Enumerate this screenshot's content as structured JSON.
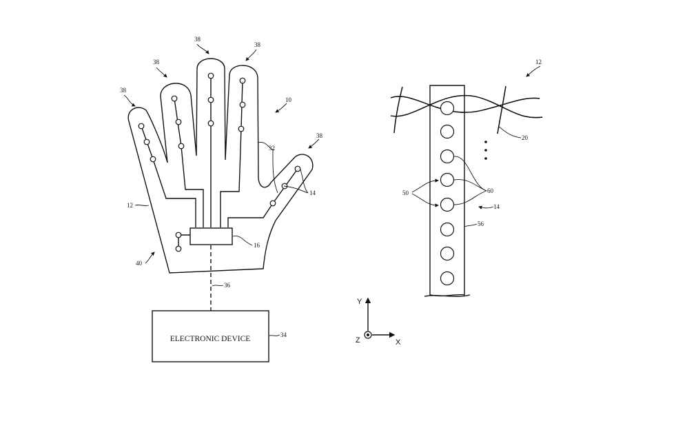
{
  "figure_left": {
    "glove_ref": "10",
    "fabric_ref": "12",
    "sensor_ref": "14",
    "control_circuit_ref": "16",
    "signal_path_ref": "32",
    "finger_refs": [
      "38",
      "38",
      "38",
      "38",
      "38"
    ],
    "palm_ref": "40",
    "link_ref": "36",
    "device_ref": "34",
    "device_label": "ELECTRONIC DEVICE"
  },
  "figure_right": {
    "fabric_ref": "12",
    "strand_ref": "20",
    "sensor_ref": "14",
    "electrode_ref": "50",
    "contact_ref": "60",
    "strip_ref": "56",
    "axes": {
      "y": "Y",
      "x": "X",
      "z": "Z"
    }
  }
}
